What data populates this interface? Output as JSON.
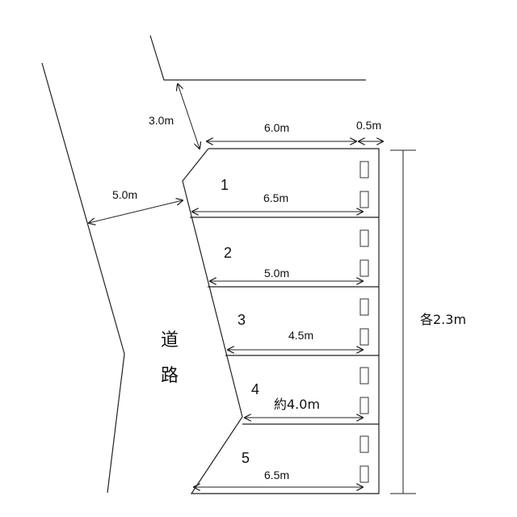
{
  "road": {
    "label_1": "道",
    "label_2": "路"
  },
  "dimensions": {
    "setback_to_building": "3.0m",
    "road_to_lot": "5.0m",
    "top_width": "6.0m",
    "top_margin": "0.5m",
    "each_height": "各2.3m"
  },
  "spaces": [
    {
      "number": "1",
      "width": "6.5m"
    },
    {
      "number": "2",
      "width": "5.0m"
    },
    {
      "number": "3",
      "width": "4.5m"
    },
    {
      "number": "4",
      "width": "約4.0m"
    },
    {
      "number": "5",
      "width": "6.5m"
    }
  ]
}
